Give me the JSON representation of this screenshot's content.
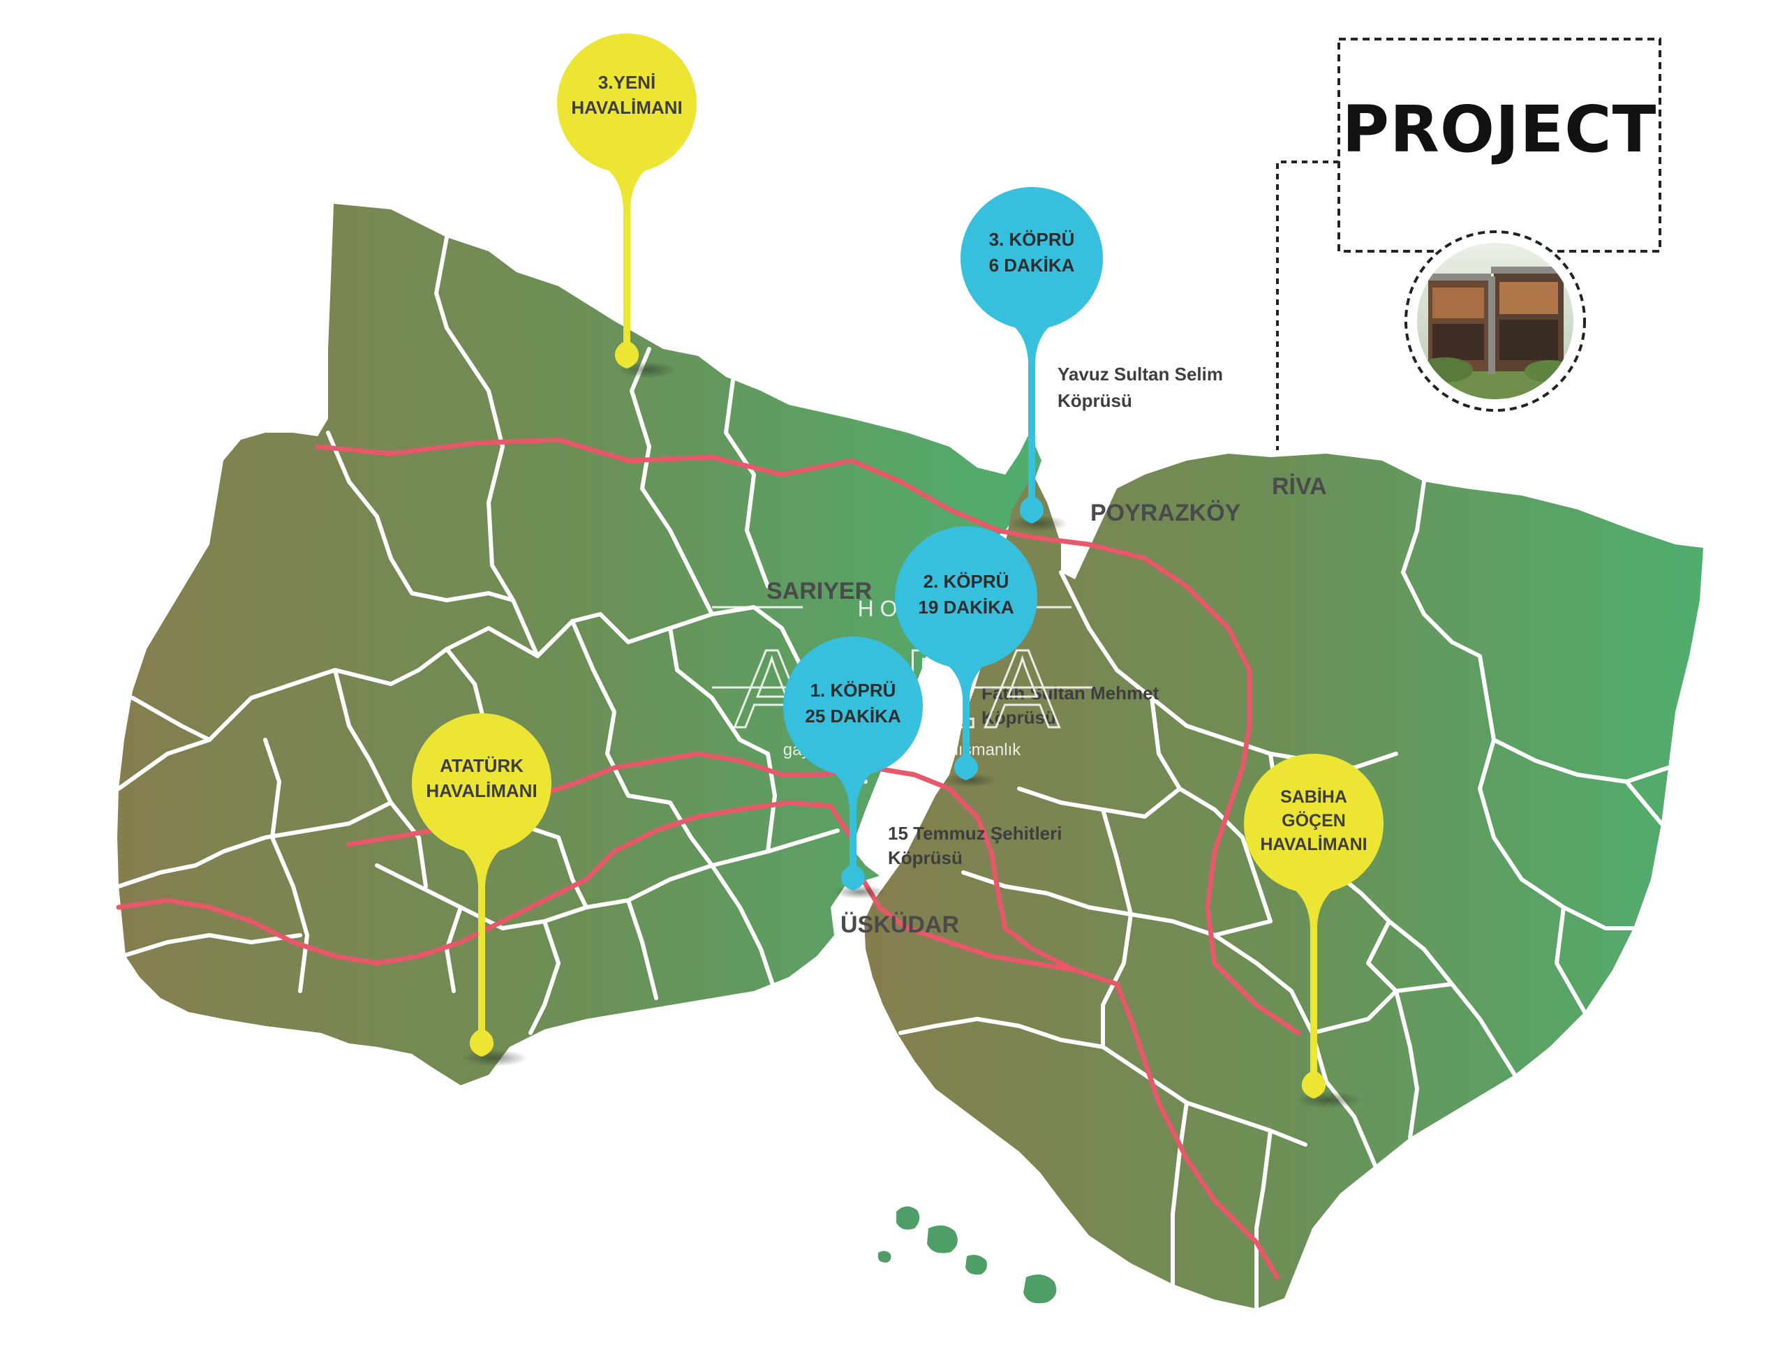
{
  "project_label": "PROJECT",
  "pins": {
    "new_airport": {
      "line1": "3.YENİ",
      "line2": "HAVALİMANI"
    },
    "bridge3": {
      "line1": "3. KÖPRÜ",
      "line2": "6 DAKİKA"
    },
    "bridge2": {
      "line1": "2. KÖPRÜ",
      "line2": "19 DAKİKA"
    },
    "bridge1": {
      "line1": "1. KÖPRÜ",
      "line2": "25 DAKİKA"
    },
    "ataturk": {
      "line1": "ATATÜRK",
      "line2": "HAVALİMANI"
    },
    "sabiha": {
      "line1": "SABİHA",
      "line2": "GÖÇEN",
      "line3": "HAVALİMANI"
    }
  },
  "bridges": {
    "yavuz": {
      "line1": "Yavuz Sultan Selim",
      "line2": "Köprüsü"
    },
    "fatih": {
      "line1": "Fatih Sultan Mehmet",
      "line2": "Köprüsü"
    },
    "temmuz": {
      "line1": "15 Temmuz Şehitleri",
      "line2": "Köprüsü"
    }
  },
  "places": {
    "sariyer": "SARIYER",
    "poyrazkoy": "POYRAZKÖY",
    "riva": "RİVA",
    "uskudar": "ÜSKÜDAR"
  },
  "watermark": {
    "brand": "AREA",
    "home": "H O M E",
    "tagline": "gayrimenkul • proje danışmanlık"
  },
  "colors": {
    "land_west": "#857e4f",
    "land_mid": "#6c8f56",
    "land_east": "#4fae6f",
    "highway": "#e8586b",
    "pin_yellow": "#ece533",
    "pin_blue": "#37bfde",
    "water": "#ffffff"
  },
  "icons": {
    "project_image": "project-villa-thumbnail",
    "pin_shape": "map-pin-drop-icon"
  }
}
